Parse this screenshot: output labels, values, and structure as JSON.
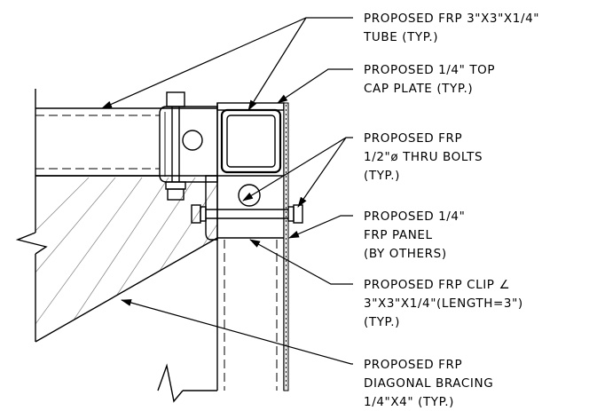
{
  "notes": [
    {
      "lines": [
        "PROPOSED FRP 3\"X3\"X1/4\"",
        "TUBE (TYP.)"
      ]
    },
    {
      "lines": [
        "PROPOSED 1/4\" TOP",
        "CAP PLATE (TYP.)"
      ]
    },
    {
      "lines": [
        "PROPOSED FRP",
        "1/2\"ø THRU BOLTS",
        "(TYP.)"
      ]
    },
    {
      "lines": [
        "PROPOSED 1/4\"",
        "FRP PANEL",
        "(BY OTHERS)"
      ]
    },
    {
      "lines": [
        "PROPOSED FRP CLIP ∠",
        "3\"X3\"X1/4\"(LENGTH=3\")",
        "(TYP.)"
      ]
    },
    {
      "lines": [
        "PROPOSED FRP",
        "DIAGONAL BRACING",
        "1/4\"X4\" (TYP.)"
      ]
    }
  ]
}
